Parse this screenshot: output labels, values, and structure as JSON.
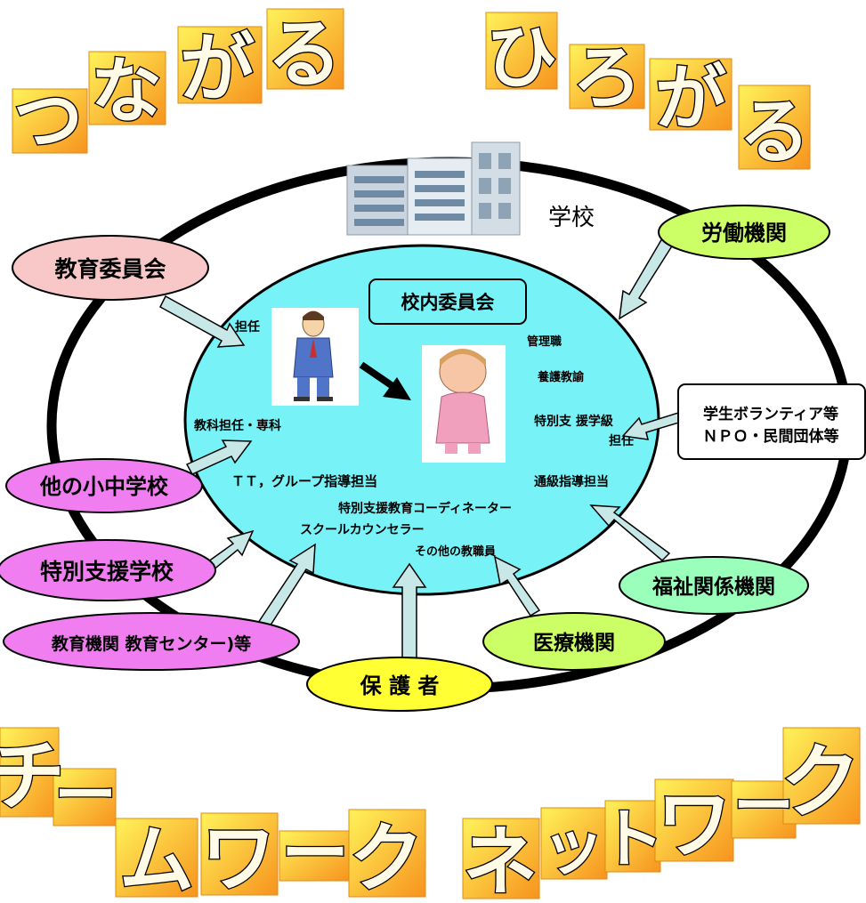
{
  "title_top_left": [
    "つ",
    "な",
    "が",
    "る"
  ],
  "title_top_right": [
    "ひ",
    "ろ",
    "が",
    "る"
  ],
  "title_bottom_left": [
    "チ",
    "ー",
    "ム",
    "ワ",
    "ー",
    "ク"
  ],
  "title_bottom_right": [
    "ネ",
    "ッ",
    "ト",
    "ワ",
    "ー",
    "ク"
  ],
  "school_label": "学校",
  "committee_label": "校内委員会",
  "inner_roles": {
    "homeroom": "担任",
    "subject": "教科担任・専科",
    "tt": "ＴＴ，グループ指導担当",
    "coordinator": "特別支援教育コーディネーター",
    "counselor": "スクールカウンセラー",
    "other_staff": "その他の教職員",
    "management": "管理職",
    "nurse": "養護教諭",
    "special_class": "特別支 援学級",
    "special_class_2": "担任",
    "resource": "通級指導担当"
  },
  "outer_nodes": {
    "board": "教育委員会",
    "other_schools": "他の小中学校",
    "special_school": "特別支援学校",
    "edu_center": "教育機関 教育センター)等",
    "parents": "保 護 者",
    "medical": "医療機関",
    "welfare": "福祉関係機関",
    "labor": "労働機関",
    "volunteer_1": "学生ボランティア等",
    "volunteer_2": "ＮＰＯ・民間団体等"
  },
  "colors": {
    "tile_light": "#fff35a",
    "tile_dark": "#f7931e",
    "inner_oval": "#77f3f8",
    "board": "#f8c8c8",
    "pink_nodes": "#f07ef0",
    "parents": "#ffff33",
    "medical": "#ccff66",
    "welfare": "#99ffbb",
    "labor": "#ccff66",
    "arrow_fill": "#c8e8e8"
  }
}
